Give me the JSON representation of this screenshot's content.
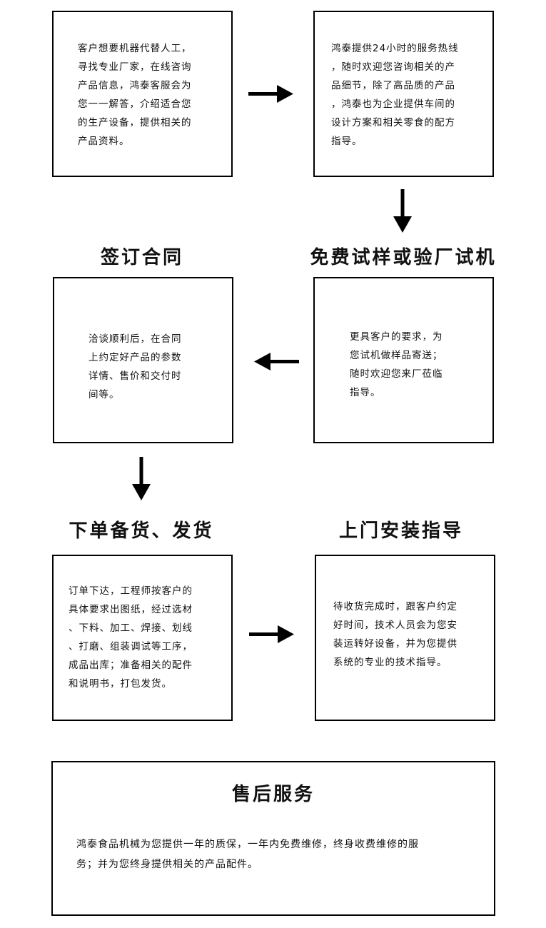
{
  "steps": [
    {
      "title": "",
      "lines": [
        "客户想要机器代替人工，",
        "寻找专业厂家，在线咨询",
        "产品信息，鸿泰客服会为",
        "您一一解答，介绍适合您",
        "的生产设备，提供相关的",
        "产品资料。"
      ]
    },
    {
      "title": "",
      "lines": [
        "鸿泰提供24小时的服务热线",
        "，随时欢迎您咨询相关的产",
        "品细节，除了高品质的产品",
        "，鸿泰也为企业提供车间的",
        "设计方案和相关零食的配方",
        "指导。"
      ]
    },
    {
      "title": "免费试样或验厂试机",
      "lines": [
        "更具客户的要求，为",
        "您试机做样品寄送；",
        "随时欢迎您来厂莅临",
        "指导。"
      ]
    },
    {
      "title": "签订合同",
      "lines": [
        "洽谈顺利后，在合同",
        "上约定好产品的参数",
        "详情、售价和交付时",
        "间等。"
      ]
    },
    {
      "title": "下单备货、发货",
      "lines": [
        "订单下达，工程师按客户的",
        "具体要求出图纸，经过选材",
        "、下料、加工、焊接、划线",
        "、打磨、组装调试等工序，",
        "成品出库；准备相关的配件",
        "和说明书，打包发货。"
      ]
    },
    {
      "title": "上门安装指导",
      "lines": [
        "待收货完成时，跟客户约定",
        "好时间，技术人员会为您安",
        "装运转好设备，并为您提供",
        "系统的专业的技术指导。"
      ]
    }
  ],
  "after_sales": {
    "title": "售后服务",
    "lines": [
      "鸿泰食品机械为您提供一年的质保，一年内免费维修，终身收费维修的服",
      "务；并为您终身提供相关的产品配件。"
    ]
  }
}
